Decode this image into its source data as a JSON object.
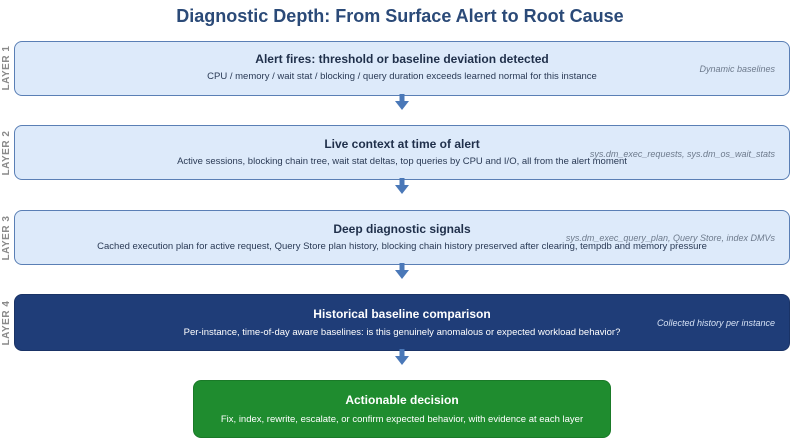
{
  "title": "Diagnostic Depth: From Surface Alert to Root Cause",
  "layers": [
    {
      "label": "LAYER 1",
      "title": "Alert fires: threshold or baseline deviation detected",
      "desc": "CPU / memory / wait stat / blocking / query duration exceeds learned normal for this instance",
      "side": "Dynamic baselines"
    },
    {
      "label": "LAYER 2",
      "title": "Live context at time of alert",
      "desc": "Active sessions, blocking chain tree, wait stat deltas, top queries by CPU and I/O, all from the alert moment",
      "side": "sys.dm_exec_requests, sys.dm_os_wait_stats"
    },
    {
      "label": "LAYER 3",
      "title": "Deep diagnostic signals",
      "desc": "Cached execution plan for active request, Query Store plan history, blocking chain history preserved after clearing, tempdb and memory pressure",
      "side": "sys.dm_exec_query_plan, Query Store, index DMVs"
    },
    {
      "label": "LAYER 4",
      "title": "Historical baseline comparison",
      "desc": "Per-instance, time-of-day aware baselines: is this genuinely anomalous or expected workload behavior?",
      "side": "Collected history per instance"
    }
  ],
  "decision": {
    "title": "Actionable decision",
    "desc": "Fix, index, rewrite, escalate, or confirm expected behavior, with evidence at each layer"
  },
  "colors": {
    "light_box": "#ddeafa",
    "light_border": "#5a7fb5",
    "dark_box": "#1f3d78",
    "green_box": "#1f8c2f",
    "arrow": "#4a78b8",
    "title": "#2b4a78"
  }
}
